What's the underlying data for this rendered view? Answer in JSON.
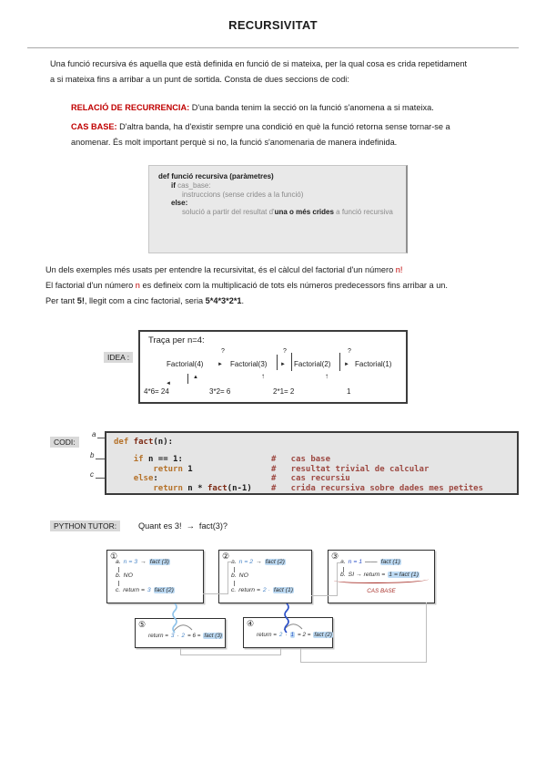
{
  "doc": {
    "title": "RECURSIVITAT"
  },
  "intro": {
    "l1": "Una funció recursiva és aquella que està definida en funció de si mateixa, per la qual cosa es crida repetidament",
    "l2": "a si mateixa fins a arribar a un punt de sortida. Consta de dues seccions de codi:"
  },
  "bullets": {
    "b1_label": "RELACIÓ DE RECURRENCIA:",
    "b1_text": " D'una banda tenim la secció on la funció s'anomena a si mateixa.",
    "b2_label": "CAS BASE:",
    "b2_l1": " D'altra banda, ha d'existir sempre una condició en què la funció retorna sense tornar-se a",
    "b2_l2": "anomenar. És molt important perquè si no, la funció s'anomenaria de manera indefinida."
  },
  "pseudo": {
    "l1": "def funció  recursiva (paràmetres)",
    "l2_kw": "if ",
    "l2_rest": "cas_base:",
    "l3": "instruccions (sense crides a la funció)",
    "l4": "else:",
    "l5_a": "solució a partir del resultat d'",
    "l5_b": "una o més crides",
    "l5_c": " a funció  recursiva"
  },
  "factorial": {
    "l1_a": "Un dels exemples més usats per entendre la recursivitat, és el càlcul del factorial d'un número ",
    "l1_red": "n!",
    "l2_a": "El factorial d'un número ",
    "l2_red": "n",
    "l2_b": " es defineix com la multiplicació de tots els números predecessors fins arribar a un.",
    "l3_a": "Per tant ",
    "l3_b1": "5!",
    "l3_mid": ", llegit com a cinc factorial, seria ",
    "l3_b2": "5*4*3*2*1",
    "l3_end": "."
  },
  "idea": {
    "label": "IDEA :",
    "box_title": "Traça per n=4:",
    "calls": [
      "Factorial(4)",
      "Factorial(3)",
      "Factorial(2)",
      "Factorial(1)"
    ],
    "q": "?",
    "arrow": "►",
    "results": [
      "4*6= 24",
      "3*2= 6",
      "2*1= 2",
      "1"
    ],
    "up_solid": "▲",
    "up": "↑",
    "back": "◄"
  },
  "codi": {
    "label": "CODI:",
    "ann": [
      "a",
      "b",
      "c"
    ],
    "l1_kw": "def ",
    "l1_fn": "fact",
    "l1_rest": "(n):",
    "l2_ind": "    ",
    "l2_kw": "if",
    "l2_code": " n == 1:",
    "l2_cmt": "#   cas base",
    "l3_ind": "        ",
    "l3_kw": "return",
    "l3_code": " 1",
    "l3_cmt": "#   resultat trivial de calcular",
    "l4_ind": "    ",
    "l4_kw": "else",
    "l4_code": ":",
    "l4_cmt": "#   cas recursiu",
    "l5_ind": "        ",
    "l5_kw": "return",
    "l5_code": " n * ",
    "l5_fn": "fact",
    "l5_rest": "(n-1)",
    "l5_cmt": "#   crida recursiva sobre dades mes petites"
  },
  "tutor": {
    "label": "PYTHON TUTOR:",
    "question": "Quant es 3!  →  fact(3)?",
    "box1": {
      "num": "①",
      "a_lbl": "a.",
      "a_val": "n = 3",
      "a_arr": "→",
      "a_call": "fact (3)",
      "b_lbl": "b.",
      "b_val": "NO",
      "c_lbl": "c.",
      "c_pre": "return  =",
      "c_val": "3",
      "c_call": "fact (2)"
    },
    "box2": {
      "num": "②",
      "a_lbl": "a.",
      "a_val": "n = 2",
      "a_arr": "→",
      "a_call": "fact (2)",
      "b_lbl": "b.",
      "b_val": "NO",
      "c_lbl": "c.",
      "c_pre": "return =",
      "c_val": "2 ·",
      "c_call": "fact (1)"
    },
    "box3": {
      "num": "③",
      "a_lbl": "a.",
      "a_val": "n = 1",
      "a_arr": "——",
      "a_call": "fact (1)",
      "b_lbl": "b.",
      "b_pre": "SI →  return =",
      "b_hl": "1 = fact (1)",
      "caption": "CAS BASE"
    },
    "box5": {
      "num": "⑤",
      "pre": "return =",
      "v1": "3",
      "dot": "·",
      "v2": "2",
      "mid": "= 6 =",
      "call": "fact (3)"
    },
    "box4": {
      "num": "④",
      "pre": "return =",
      "v1": "2",
      "dot": "·",
      "v2": "1",
      "mid": "= 2 =",
      "call": "fact (2)"
    }
  }
}
